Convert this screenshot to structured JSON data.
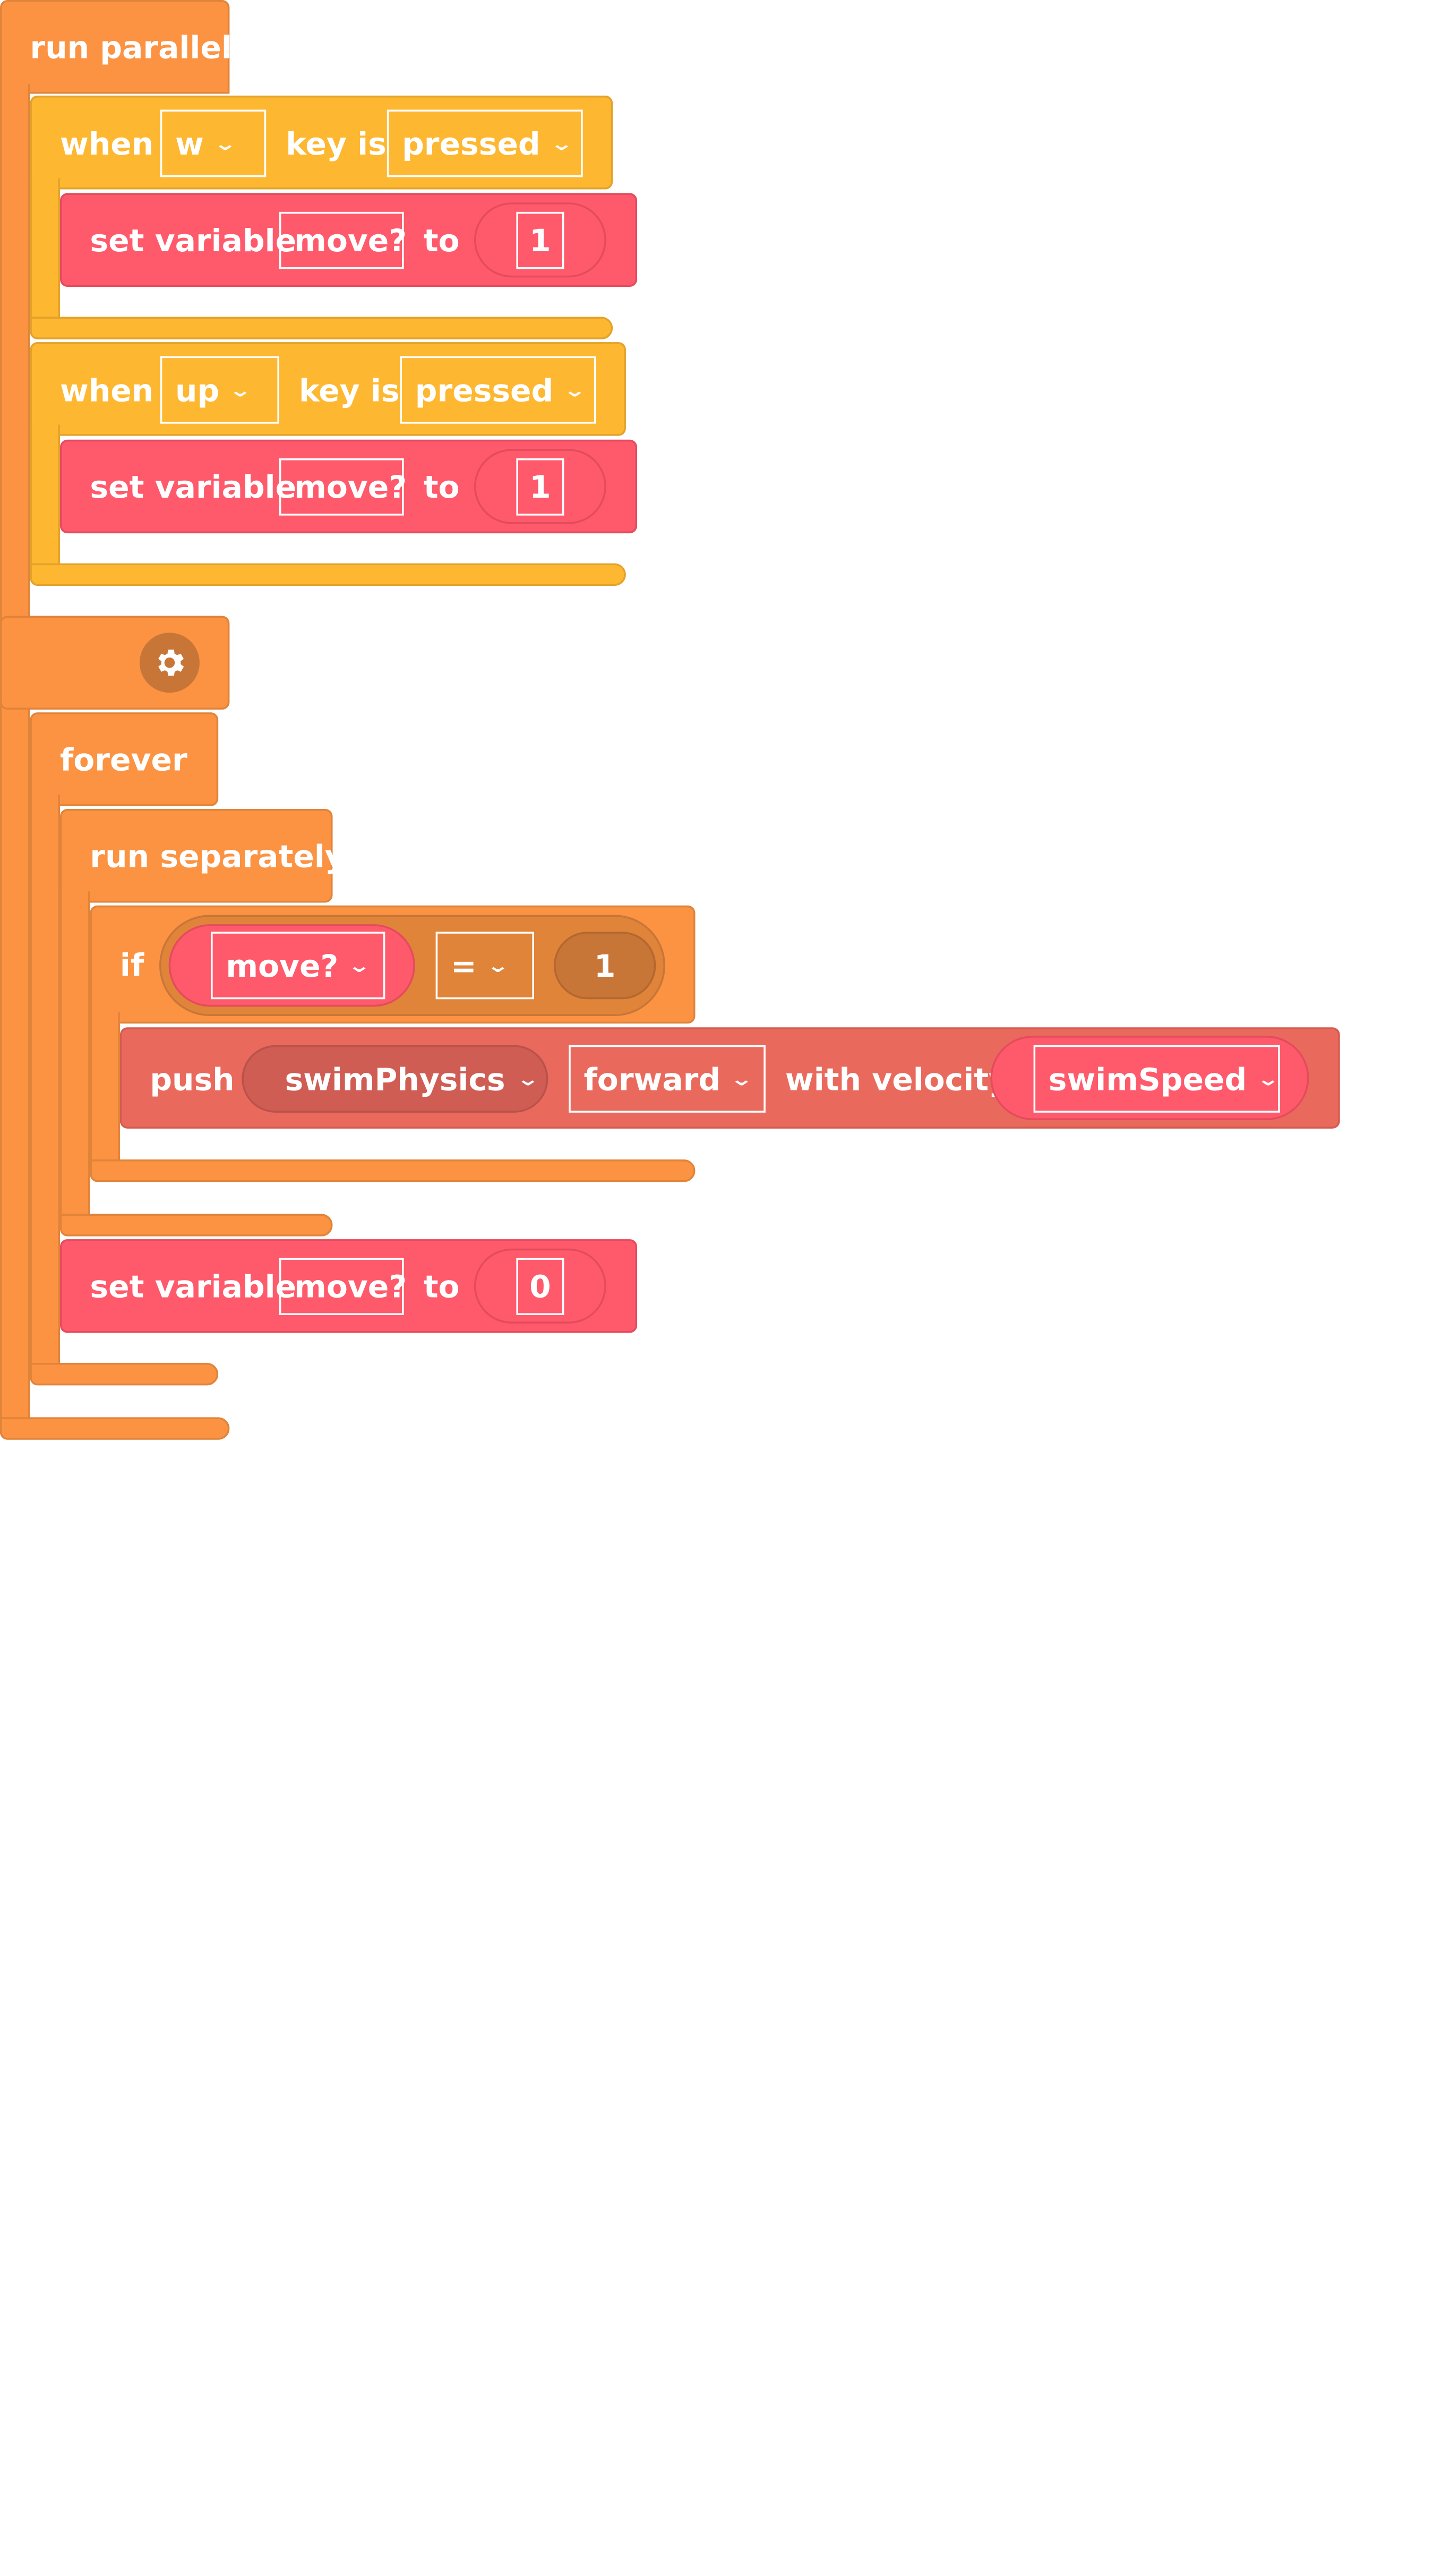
{
  "run_parallel": {
    "label": "run parallel"
  },
  "when_w": {
    "when": "when",
    "key": "w",
    "key_is": "key is",
    "state": "pressed"
  },
  "set1": {
    "label": "set variable",
    "variable": "move?",
    "to": "to",
    "value": "1"
  },
  "when_up": {
    "when": "when",
    "key": "up",
    "key_is": "key is",
    "state": "pressed"
  },
  "set2": {
    "label": "set variable",
    "variable": "move?",
    "to": "to",
    "value": "1"
  },
  "forever": {
    "label": "forever"
  },
  "run_separately": {
    "label": "run separately"
  },
  "if_block": {
    "label": "if",
    "variable": "move?",
    "operator": "=",
    "value": "1"
  },
  "push": {
    "label": "push",
    "object": "swimPhysics",
    "direction": "forward",
    "with_velocity": "with velocity",
    "velocity": "swimSpeed"
  },
  "set3": {
    "label": "set variable",
    "variable": "move?",
    "to": "to",
    "value": "0"
  },
  "icons": {
    "gear": "gear-icon",
    "dropdown": "chevron-down-icon"
  },
  "colors": {
    "orange": "#fb9343",
    "yellow": "#fdb731",
    "red": "#fe5a6b",
    "salmon": "#e96a5d",
    "dark_orange": "#c87538"
  }
}
